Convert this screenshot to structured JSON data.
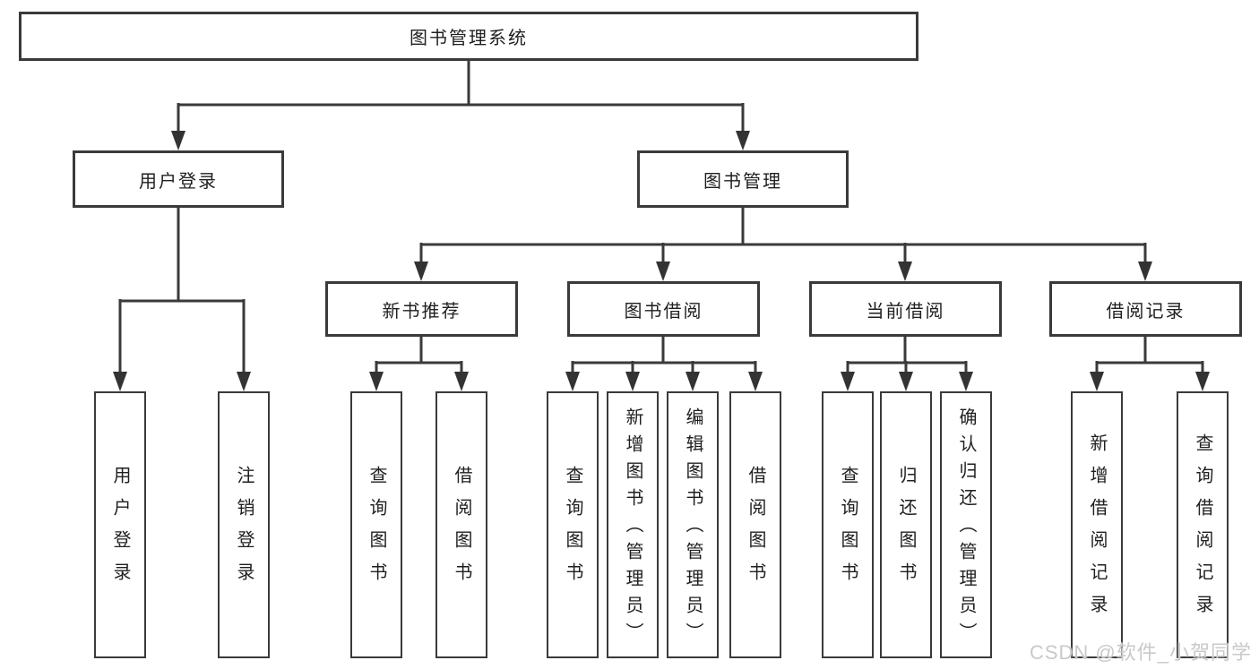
{
  "diagram": {
    "root": {
      "label": "图书管理系统"
    },
    "level2": [
      {
        "label": "用户登录"
      },
      {
        "label": "图书管理"
      }
    ],
    "level3": [
      {
        "label": "新书推荐",
        "parent": "图书管理"
      },
      {
        "label": "图书借阅",
        "parent": "图书管理"
      },
      {
        "label": "当前借阅",
        "parent": "图书管理"
      },
      {
        "label": "借阅记录",
        "parent": "图书管理"
      }
    ],
    "leaves": [
      {
        "label": "用户登录",
        "parent": "用户登录"
      },
      {
        "label": "注销登录",
        "parent": "用户登录"
      },
      {
        "label": "查询图书",
        "parent": "新书推荐"
      },
      {
        "label": "借阅图书",
        "parent": "新书推荐"
      },
      {
        "label": "查询图书",
        "parent": "图书借阅"
      },
      {
        "label": "新增图书（管理员）",
        "parent": "图书借阅"
      },
      {
        "label": "编辑图书（管理员）",
        "parent": "图书借阅"
      },
      {
        "label": "借阅图书",
        "parent": "图书借阅"
      },
      {
        "label": "查询图书",
        "parent": "当前借阅"
      },
      {
        "label": "归还图书",
        "parent": "当前借阅"
      },
      {
        "label": "确认归还（管理员）",
        "parent": "当前借阅"
      },
      {
        "label": "新增借阅记录",
        "parent": "借阅记录"
      },
      {
        "label": "查询借阅记录",
        "parent": "借阅记录"
      }
    ]
  },
  "watermark": {
    "text": "CSDN @软件_小贺同学"
  },
  "colors": {
    "line": "#3a3a3a",
    "arrow": "#333333",
    "box_border": "#3a3a3a",
    "text": "#1f1f1f",
    "watermark": "#c9c9c9",
    "background": "#ffffff"
  }
}
